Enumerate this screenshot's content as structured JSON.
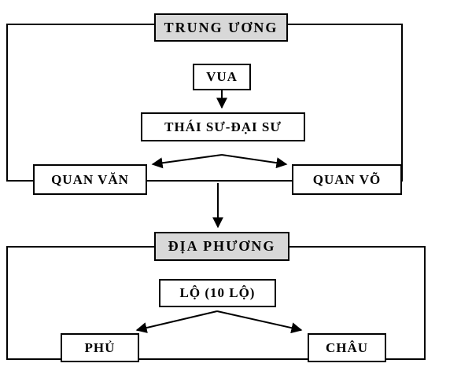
{
  "diagram": {
    "title": "So do bo may nha nuoc (administrative structure diagram)",
    "top_section": {
      "header": "TRUNG ƯƠNG",
      "nodes": {
        "vua": "VUA",
        "thai_su": "THÁI SƯ-ĐẠI SƯ",
        "quan_van": "QUAN VĂN",
        "quan_vo": "QUAN VÕ"
      }
    },
    "bottom_section": {
      "header": "ĐỊA PHƯƠNG",
      "nodes": {
        "lo": "LỘ (10 LỘ)",
        "phu": "PHỦ",
        "chau": "CHÂU"
      }
    },
    "colors": {
      "header_bg": "#d8d8d8",
      "node_bg": "#ffffff",
      "border": "#000000",
      "background": "#ffffff"
    }
  }
}
